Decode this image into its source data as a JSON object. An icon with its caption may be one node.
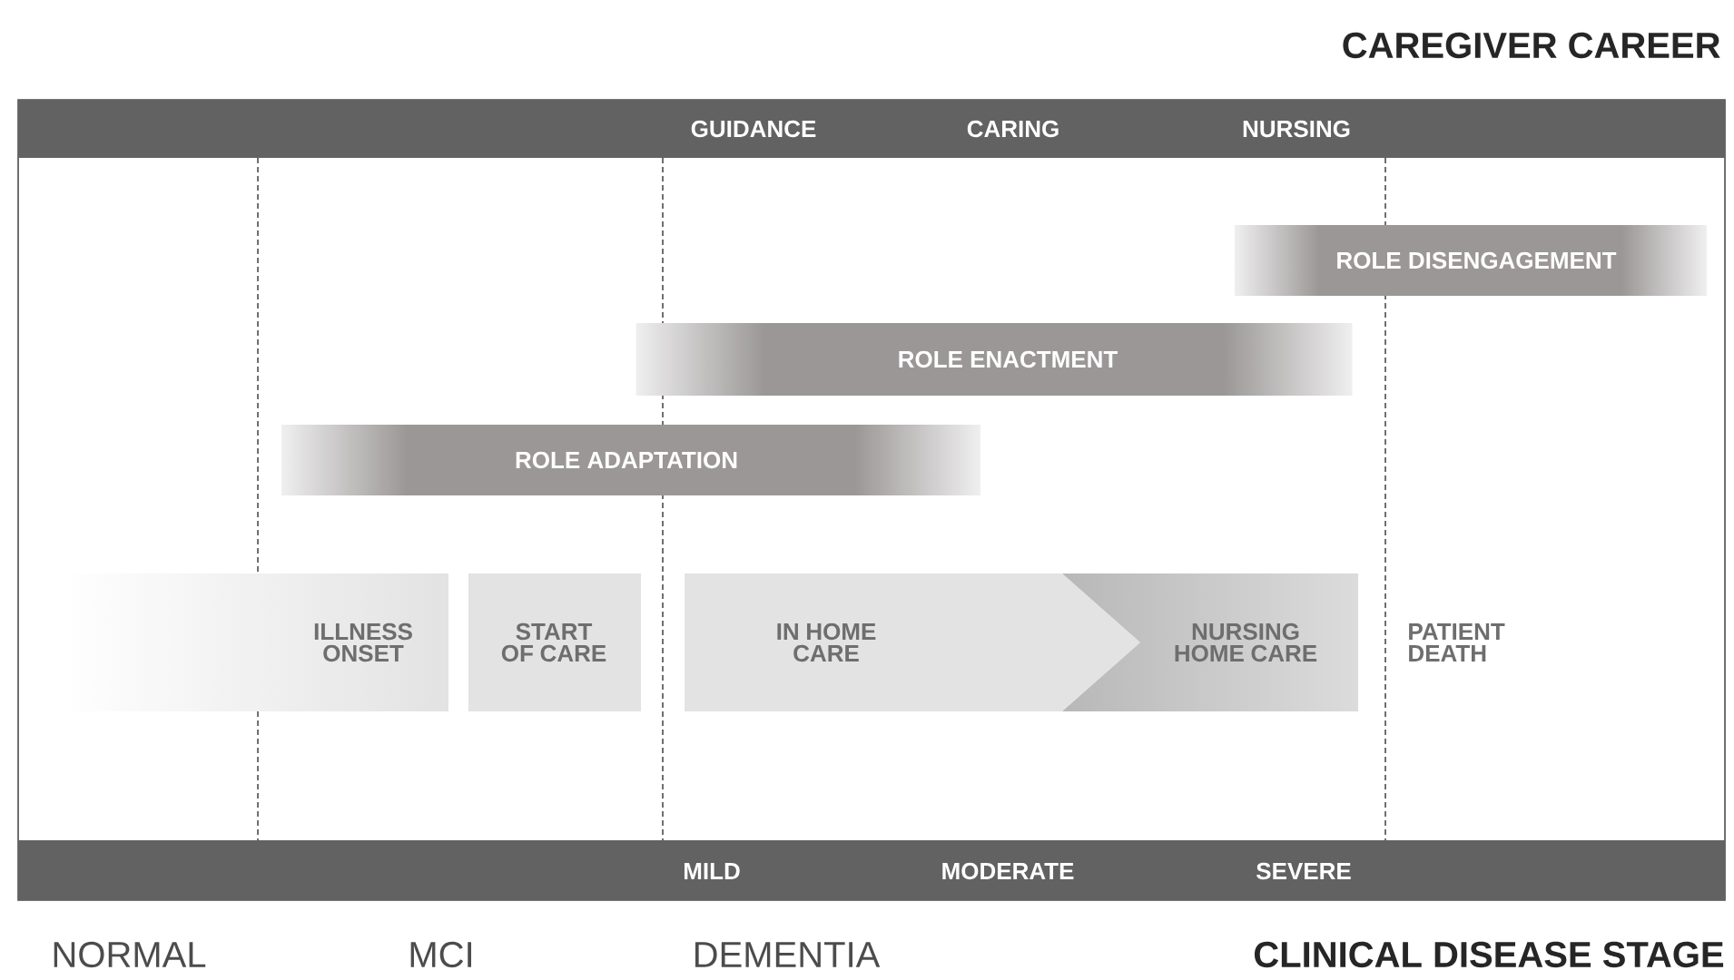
{
  "diagram": {
    "nodes": [
      {
        "text": [
          "ROLE DISENGAGEMENT"
        ]
      },
      {
        "text": [
          "ROLE ENACTMENT"
        ]
      },
      {
        "text": [
          "ROLE ADAPTATION"
        ]
      },
      {
        "text": [
          "ILLNESS ONSET"
        ]
      },
      {
        "text": [
          "START OF CARE"
        ]
      },
      {
        "text": [
          "IN HOME CARE"
        ]
      },
      {
        "text": [
          "NURSING HOME CARE"
        ]
      },
      {
        "text": [
          "PATIENT DEATH"
        ]
      }
    ],
    "labels": [
      "CAREGIVER CAREER",
      "GUIDANCE",
      "CARING",
      "NURSING",
      "MILD",
      "MODERATE",
      "SEVERE",
      "NORMAL",
      "MCI",
      "DEMENTIA",
      "CLINICAL DISEASE STAGE"
    ]
  }
}
